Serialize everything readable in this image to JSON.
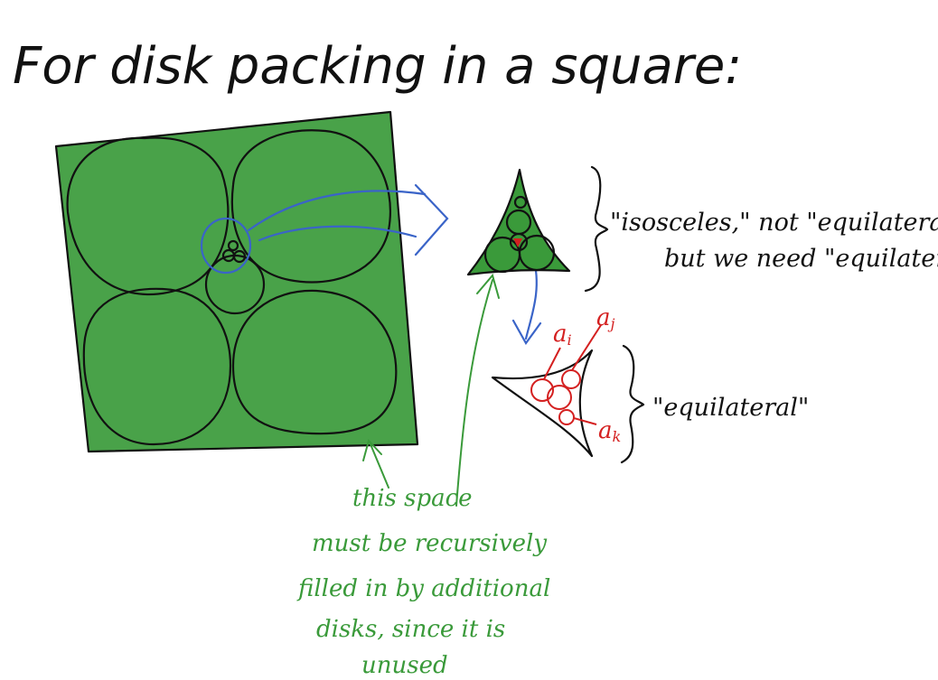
{
  "title": "For disk packing in a square:",
  "notes": {
    "isosceles_line1": "\"isosceles,\" not \"equilateral\"—",
    "isosceles_line2": "but we need \"equilateral\"",
    "equilateral": "\"equilateral\""
  },
  "labels": {
    "a_i": "a",
    "a_i_sub": "i",
    "a_j": "a",
    "a_j_sub": "j",
    "a_k": "a",
    "a_k_sub": "k"
  },
  "green_note": [
    "this space",
    "must be recursively",
    "filled in by additional",
    "disks, since it is",
    "unused"
  ],
  "colors": {
    "ink": "#111111",
    "fill_green": "#3a9a3a",
    "arrow_blue": "#3a64c8",
    "label_red": "#d42020",
    "note_green": "#3a9a3a"
  }
}
